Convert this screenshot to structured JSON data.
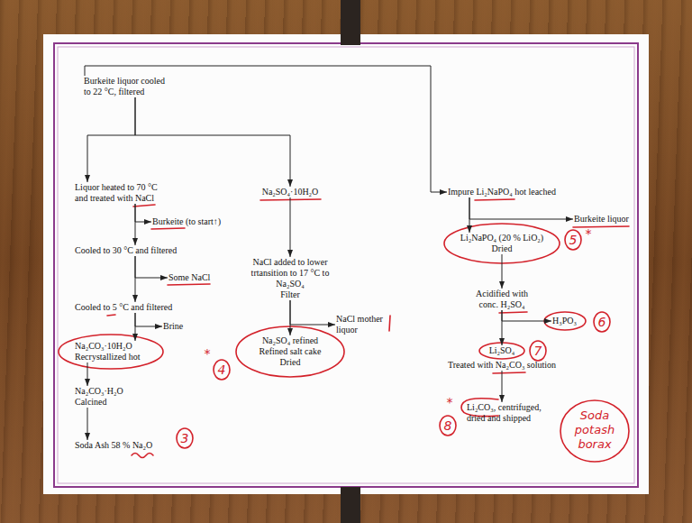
{
  "diagram": {
    "nodes": [
      {
        "text": [
          "Burkeite liquor cooled to 22 °C, filtered"
        ]
      },
      {
        "text": [
          "Liquor heated to 70 °C and treated with NaCl"
        ]
      },
      {
        "text": [
          "Burkeite (to start↑)"
        ]
      },
      {
        "text": [
          "Cooled to 30 °C and filtered"
        ]
      },
      {
        "text": [
          "Some NaCl"
        ]
      },
      {
        "text": [
          "Cooled to 5 °C and filtered"
        ]
      },
      {
        "text": [
          "Brine"
        ]
      },
      {
        "text": [
          "Na₂CO₃·10H₂O",
          "Recrystallized hot"
        ]
      },
      {
        "text": [
          "Na₂CO₃·H₂O",
          "Calcined"
        ]
      },
      {
        "text": [
          "Soda Ash 58 % Na₂O"
        ]
      },
      {
        "text": [
          "Na₂SO₄·10H₂O"
        ]
      },
      {
        "text": [
          "NaCl added to lower trtansition to 17 °C to Na₂SO₄",
          "Filter"
        ]
      },
      {
        "text": [
          "NaCl mother liquor"
        ]
      },
      {
        "text": [
          "Na₂SO₄ refined Refined salt cake Dried"
        ]
      },
      {
        "text": [
          "Impure Li₂NaPO₄ hot leached"
        ]
      },
      {
        "text": [
          "Burkeite liquor"
        ]
      },
      {
        "text": [
          "Li₂NaPO₄ (20 % LiO₂) Dried"
        ]
      },
      {
        "text": [
          "Acidified with conc. H₂SO₄"
        ]
      },
      {
        "text": [
          "H₃PO₃"
        ]
      },
      {
        "text": [
          "Li₂SO₄",
          "Treated with Na₂CO₃ solution"
        ]
      },
      {
        "text": [
          "Li₂CO₃, centrifuged, dried and shipped"
        ]
      }
    ],
    "edges": [
      {
        "from": 0,
        "to": 1,
        "arrow": "to"
      },
      {
        "from": 0,
        "to": 10,
        "arrow": "to"
      },
      {
        "from": 0,
        "to": 14,
        "arrow": "to"
      },
      {
        "from": 1,
        "to": 2,
        "arrow": "to"
      },
      {
        "from": 1,
        "to": 3,
        "arrow": "to"
      },
      {
        "from": 3,
        "to": 4,
        "arrow": "to"
      },
      {
        "from": 3,
        "to": 5,
        "arrow": "to"
      },
      {
        "from": 5,
        "to": 6,
        "arrow": "to"
      },
      {
        "from": 5,
        "to": 7,
        "arrow": "to"
      },
      {
        "from": 7,
        "to": 8,
        "arrow": "to"
      },
      {
        "from": 8,
        "to": 9,
        "arrow": "to"
      },
      {
        "from": 10,
        "to": 11,
        "arrow": "to"
      },
      {
        "from": 11,
        "to": 12,
        "arrow": "to"
      },
      {
        "from": 11,
        "to": 13,
        "arrow": "to"
      },
      {
        "from": 14,
        "to": 15,
        "arrow": "to"
      },
      {
        "from": 14,
        "to": 16,
        "arrow": "to"
      },
      {
        "from": 16,
        "to": 17,
        "arrow": "to"
      },
      {
        "from": 17,
        "to": 18,
        "arrow": "to"
      },
      {
        "from": 17,
        "to": 19,
        "arrow": "to"
      },
      {
        "from": 19,
        "to": 20,
        "arrow": "to"
      }
    ],
    "labels": [
      "3",
      "*",
      "4",
      "5",
      "*",
      "6",
      "7",
      "*",
      "8",
      "Soda potash borax"
    ]
  }
}
